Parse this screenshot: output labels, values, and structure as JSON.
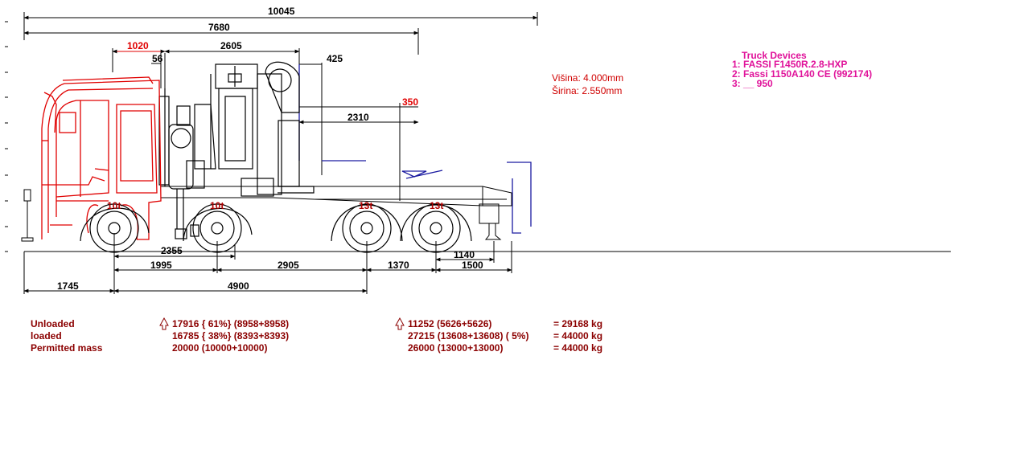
{
  "dimensions": {
    "overall_length": "10045",
    "d7680": "7680",
    "d1020": "1020",
    "d56": "56",
    "d2605": "2605",
    "d425": "425",
    "d350": "350",
    "d2310": "2310",
    "d2355": "2355",
    "d1995": "1995",
    "d2905": "2905",
    "d1370": "1370",
    "d1140": "1140",
    "d1500": "1500",
    "d1745": "1745",
    "d4900": "4900"
  },
  "axle_loads": [
    "10t",
    "10t",
    "13t",
    "13t"
  ],
  "specs": {
    "height": "Višina: 4.000mm",
    "width": "Širina: 2.550mm"
  },
  "devices": {
    "title": "Truck Devices",
    "items": [
      "1: FASSI  F1450R.2.8-HXP",
      "2: Fassi  1150A140 CE (992174)",
      "3: __  950"
    ]
  },
  "mass_table": {
    "labels": [
      "Unloaded",
      "loaded",
      "Permitted mass"
    ],
    "front": [
      "17916 { 61%} (8958+8958)",
      "16785 { 38%} (8393+8393)",
      "20000 (10000+10000)"
    ],
    "rear": [
      "11252 (5626+5626)",
      "27215 (13608+13608)  ( 5%)",
      "26000 (13000+13000)"
    ],
    "total": [
      "=  29168 kg",
      "=  44000 kg",
      "=  44000 kg"
    ]
  },
  "colors": {
    "cab": "#e00000",
    "crane": "#000000",
    "trailer_outline": "#1a1aa0",
    "device_text": "#e0129a",
    "mass_text": "#8b0000"
  }
}
